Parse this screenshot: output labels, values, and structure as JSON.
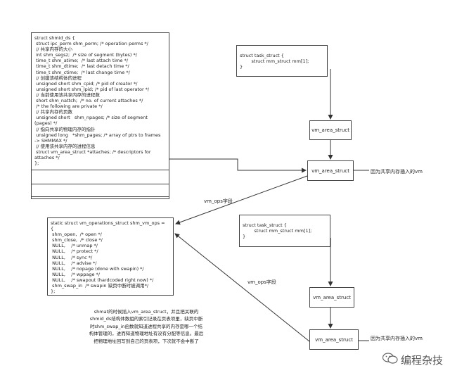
{
  "shmid_ds": {
    "lines": [
      "struct shmid_ds {",
      " struct ipc_perm shm_perm; /* operation perms */",
      " // 共享内存的大小",
      " int shm_segsz;  /* size of segment (bytes) */",
      " time_t shm_atime;  /* last attach time */",
      " time_t shm_dtime;  /* last detach time */",
      " time_t shm_ctime;  /* last change time */",
      " // 创建该结构体的进程",
      " unsigned short shm_cpid; /* pid of creator */",
      " unsigned short shm_lpid; /* pid of last operator */",
      " // 当前使用该共享内存的进程数",
      " short shm_nattch;  /* no. of current attaches */",
      " /* the following are private */",
      " // 共享内存的页数",
      " unsigned short   shm_npages; /* size of segment",
      "(pages) */",
      " // 指向共享的物理内存的指针",
      " unsigned long   *shm_pages; /* array of ptrs to frames",
      "-> SHMMAX */",
      " // 使用该共享内存的进程信息",
      " struct vm_area_struct *attaches; /* descriptors for",
      "attaches */",
      "};"
    ]
  },
  "task_struct_top": {
    "lines": [
      "struct task_struct {",
      "        struct mm_struct mm[1];",
      "}"
    ]
  },
  "task_struct_bottom": {
    "lines": [
      "struct task_struct {",
      "        struct mm_struct mm[1];",
      "}"
    ]
  },
  "vm_area": {
    "top_1": "vm_area_struct",
    "top_2": "vm_area_struct",
    "bottom_1": "vm_area_struct",
    "bottom_2": "vm_area_struct"
  },
  "vm_ops": {
    "lines": [
      "static struct vm_operations_struct shm_vm_ops =",
      "{",
      " shm_open,  /* open */",
      " shm_close,  /* close */",
      " NULL,    /* unmap */",
      " NULL,    /* protect */",
      " NULL,    /* sync */",
      " NULL,    /* advise */",
      " NULL,    /* nopage (done with swapin) */",
      " NULL,    /* wppage */",
      " NULL,    /* swapout (hardcoded right now) */",
      " shm_swap_in  /* swapin 缺页中断时被调用*/",
      "};"
    ]
  },
  "labels": {
    "vm_ops_top": "vm_ops字段",
    "vm_ops_bottom": "vm_ops字段",
    "shared_vm_top": "因为共享内存插入的vm",
    "shared_vm_bottom": "因为共享内存插入的vm"
  },
  "note": {
    "text": "shmat的时候插入vm_area_struct，并且把关联的\nshmid_ds结构体数组的索引记录在页表项里，缺页中断\n时shm_swap_in函数就知道进程共享的内存是哪一个结\n构体管理的，进而知道物理地址有没有分配等信息。最后\n把物理地址回写到自己的页表项，下次就不会中断了"
  },
  "watermark": {
    "text": "编程杂技",
    "icon": "wechat-bubble-icon"
  }
}
